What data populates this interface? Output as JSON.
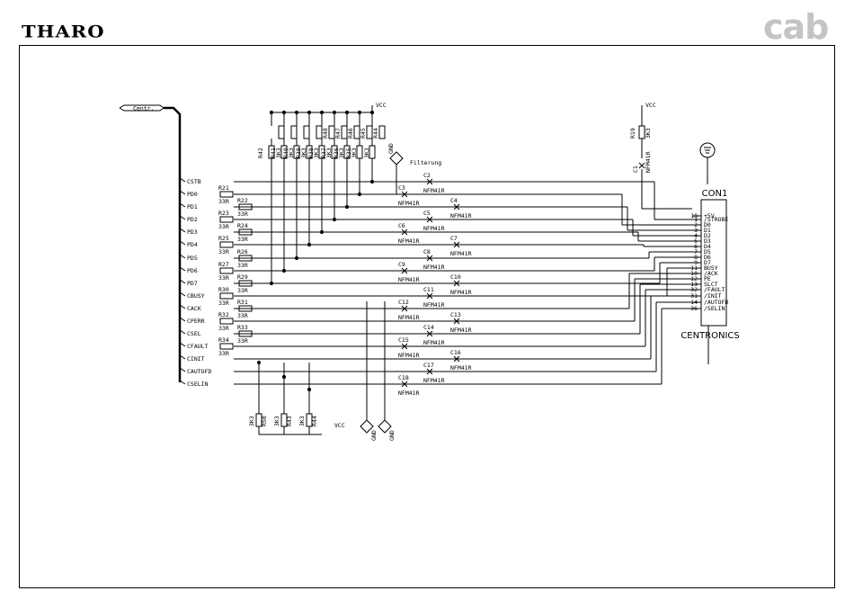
{
  "header": {
    "brand_left": "THARO",
    "brand_right": "cab"
  },
  "schematic": {
    "bus_label": "Centr.",
    "vcc_label": "VCC",
    "filter_label": "Filterung",
    "gnd_label": "GND",
    "connector_ref": "CON1",
    "connector_name": "CENTRONICS",
    "filter_part": "NFM41R",
    "series_value": "33R",
    "pullup_value": "3K3",
    "signals": [
      "CSTB",
      "PD0",
      "PD1",
      "PD2",
      "PD3",
      "PD4",
      "PD5",
      "PD6",
      "PD7",
      "CBUSY",
      "CACK",
      "CPERR",
      "CSEL",
      "CFAULT",
      "CINIT",
      "CAUTOFD",
      "CSELIN"
    ],
    "series_resistors": [
      "R21",
      "R22",
      "R23",
      "R24",
      "R25",
      "R26",
      "R27",
      "R29",
      "R30",
      "R31",
      "R32",
      "R33",
      "R34"
    ],
    "pullup_resistors": [
      "R42",
      "R41",
      "R40",
      "R39",
      "R38",
      "R37",
      "R36",
      "R35"
    ],
    "pullup_top_labels": [
      "R48",
      "R47",
      "R46",
      "R45",
      "R44"
    ],
    "bottom_resistors": [
      "R50",
      "R43",
      "R44"
    ],
    "filters": [
      "C2",
      "C3",
      "C4",
      "C5",
      "C6",
      "C7",
      "C8",
      "C9",
      "C10",
      "C11",
      "C12",
      "C13",
      "C14",
      "C15",
      "C16",
      "C17",
      "C18"
    ],
    "r19": "R19",
    "r19_value": "3K3",
    "c1": "C1",
    "connector_pins": [
      {
        "num": "18",
        "name": "+5V"
      },
      {
        "num": "1",
        "name": "/STROBE"
      },
      {
        "num": "2",
        "name": "D0"
      },
      {
        "num": "3",
        "name": "D1"
      },
      {
        "num": "4",
        "name": "D2"
      },
      {
        "num": "5",
        "name": "D3"
      },
      {
        "num": "6",
        "name": "D4"
      },
      {
        "num": "7",
        "name": "D5"
      },
      {
        "num": "8",
        "name": "D6"
      },
      {
        "num": "9",
        "name": "D7"
      },
      {
        "num": "11",
        "name": "BUSY"
      },
      {
        "num": "10",
        "name": "/ACK"
      },
      {
        "num": "12",
        "name": "PE"
      },
      {
        "num": "13",
        "name": "SLCT"
      },
      {
        "num": "32",
        "name": "/FAULT"
      },
      {
        "num": "31",
        "name": "/INIT"
      },
      {
        "num": "14",
        "name": "/AUTOFD"
      },
      {
        "num": "36",
        "name": "/SELIN"
      }
    ]
  }
}
